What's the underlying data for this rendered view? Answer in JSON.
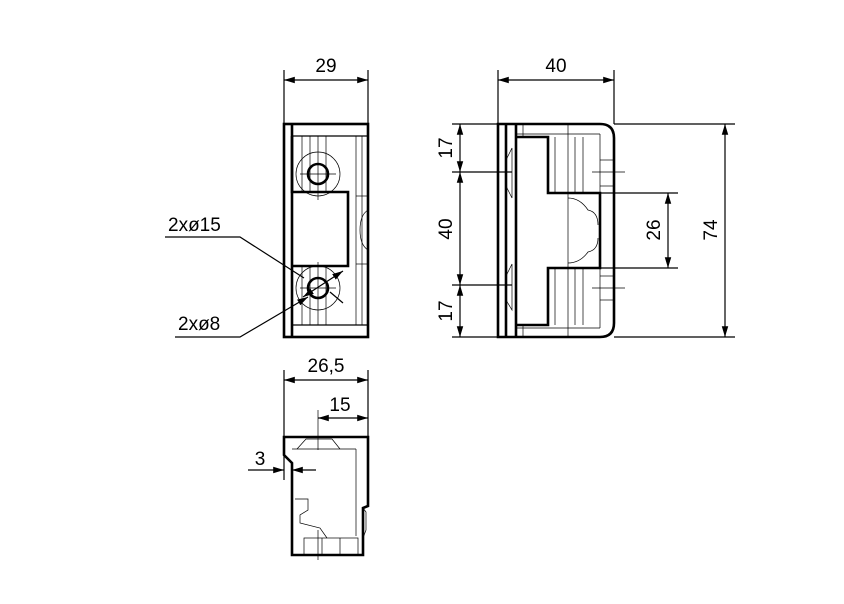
{
  "drawing": {
    "front_view": {
      "width_dim": "29",
      "hole_large": "2xø15",
      "hole_small": "2xø8"
    },
    "side_view": {
      "width_dim": "40",
      "top_dim": "17",
      "middle_dim": "40",
      "bottom_dim": "17",
      "slot_dim": "26",
      "height_dim": "74"
    },
    "bottom_view": {
      "depth_dim": "26,5",
      "offset_dim": "15",
      "lip_dim": "3"
    },
    "colors": {
      "line": "#000000",
      "background": "#ffffff"
    }
  }
}
